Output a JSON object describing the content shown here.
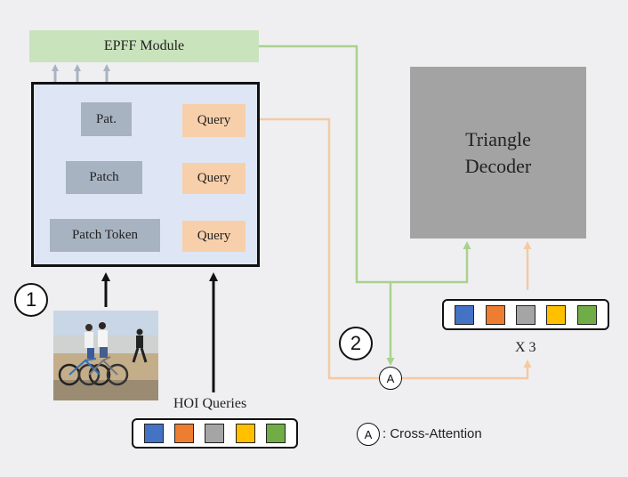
{
  "epff_module": {
    "label": "EPFF Module"
  },
  "encoder": {
    "left_boxes": [
      "Pat.",
      "Patch",
      "Patch Token"
    ],
    "query_boxes": [
      "Query",
      "Query",
      "Query"
    ]
  },
  "decoder": {
    "line1": "Triangle",
    "line2": "Decoder"
  },
  "steps": {
    "step1": "1",
    "step2": "2"
  },
  "hoi_queries": {
    "label": "HOI Queries",
    "colors": [
      "#4472c4",
      "#ed7d31",
      "#a5a5a5",
      "#ffc000",
      "#70ad47"
    ]
  },
  "decoder_tokens": {
    "label": "X 3",
    "colors": [
      "#4472c4",
      "#ed7d31",
      "#a5a5a5",
      "#ffc000",
      "#70ad47"
    ]
  },
  "cross_attention": {
    "symbol": "A",
    "legend_text": ": Cross-Attention"
  },
  "colors": {
    "green_arrow": "#a9d18e",
    "orange_arrow": "#f4c9a4",
    "gray_arrow": "#a8b3c2"
  },
  "icons": {
    "photo": "cyclists-beach-photo"
  }
}
